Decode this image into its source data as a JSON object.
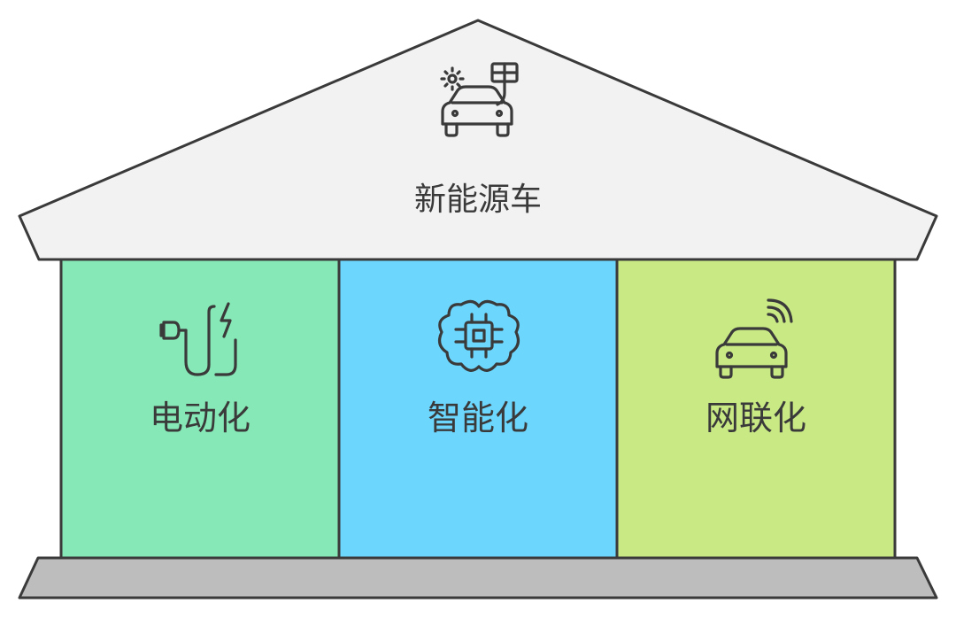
{
  "roof": {
    "title": "新能源车",
    "icon": "solar-car-icon",
    "color": "#f2f2f2"
  },
  "pillars": [
    {
      "label": "电动化",
      "icon": "ev-charging-plug-icon",
      "color": "#86e8b6"
    },
    {
      "label": "智能化",
      "icon": "ai-brain-chip-icon",
      "color": "#6cd6fd"
    },
    {
      "label": "网联化",
      "icon": "connected-car-icon",
      "color": "#c9e984"
    }
  ],
  "base": {
    "color": "#bdbdbd"
  }
}
